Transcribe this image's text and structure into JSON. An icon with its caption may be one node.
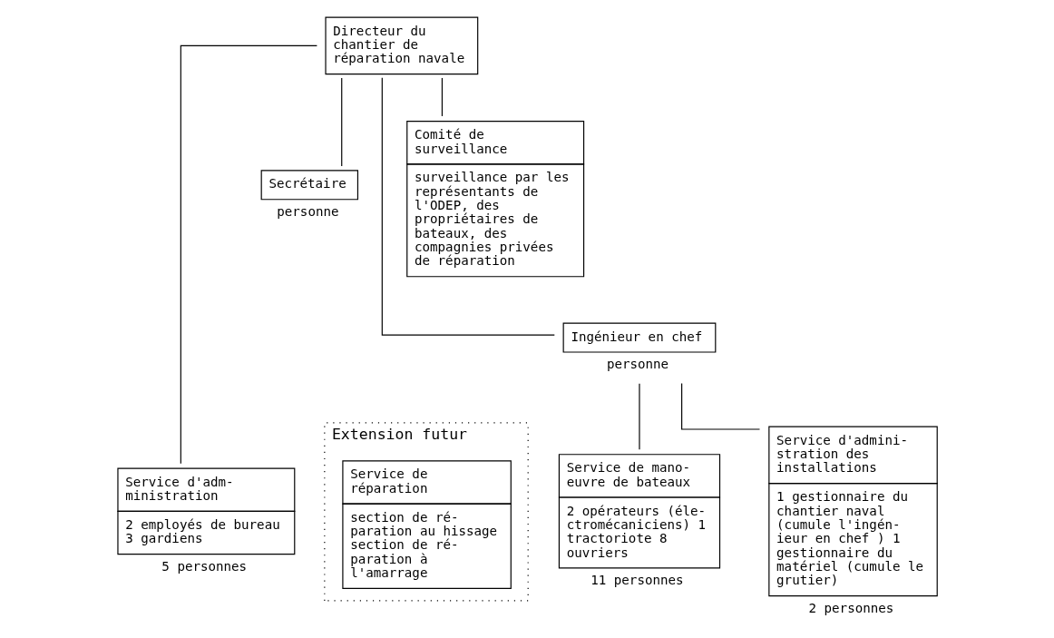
{
  "diagram": {
    "nodes": [
      {
        "text": [
          "Directeur du chantier de réparation navale"
        ]
      },
      {
        "text": [
          "Comité de surveillance",
          "surveillance par les représentants de l'ODEP, des propriétaires de bateaux, des compagnies privées de réparation"
        ]
      },
      {
        "text": [
          "Secrétaire"
        ],
        "beside": [
          "personne"
        ]
      },
      {
        "text": [
          "Ingénieur en chef"
        ],
        "beside": [
          "personne"
        ]
      },
      {
        "text": [
          "Service d'adm- ministration",
          "2 employés de bureau 3 gardiens"
        ],
        "beside": [
          "5 personnes"
        ]
      },
      {
        "text": [
          "Service de mano- euvre de bateaux",
          "2 opérateurs (éle- ctromécaniciens) 1 tractoriote 8 ouvriers"
        ],
        "beside": [
          "11 personnes"
        ]
      },
      {
        "text": [
          "Service d'admini- stration des installations",
          "1 gestionnaire du chantier naval (cumule l'ingén- ieur en chef ) 1 gestionnaire du matériel (cumule le grutier)"
        ],
        "beside": [
          "2 personnes"
        ]
      },
      {
        "text": [
          "Extension futur"
        ]
      },
      {
        "text": [
          "Service de réparation",
          "section de ré- paration au hissage section de ré- paration à l'amarrage"
        ],
        "in": 7
      }
    ],
    "edges": [
      {
        "from": 0,
        "to": 1,
        "arrow": "none"
      },
      {
        "from": 0,
        "to": 2,
        "arrow": "none"
      },
      {
        "from": 0,
        "to": 3,
        "arrow": "none"
      },
      {
        "from": 0,
        "to": 4,
        "arrow": "none"
      },
      {
        "from": 3,
        "to": 5,
        "arrow": "none"
      },
      {
        "from": 3,
        "to": 6,
        "arrow": "none"
      }
    ]
  }
}
